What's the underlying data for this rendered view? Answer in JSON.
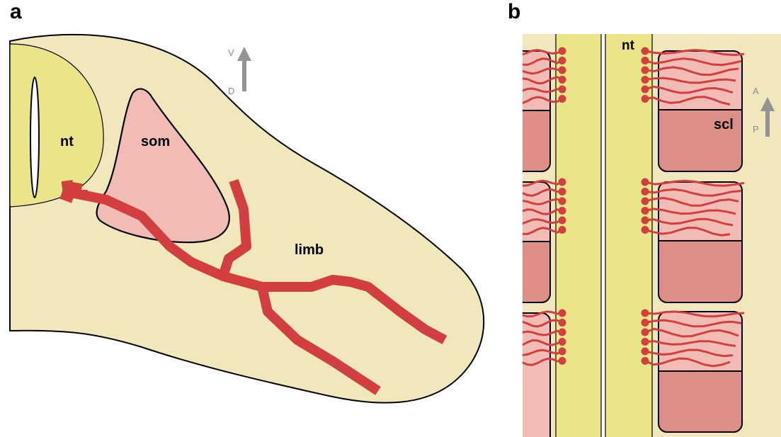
{
  "panel_a": {
    "label": "a",
    "neural_tube_label": "nt",
    "somite_label": "som",
    "limb_label": "limb",
    "axis_top": "V",
    "axis_bottom": "D"
  },
  "panel_b": {
    "label": "b",
    "neural_tube_label": "nt",
    "sclerotome_label": "scl",
    "axis_top": "A",
    "axis_bottom": "P"
  },
  "colors": {
    "tissue_background": "#f0e7bd",
    "neural_tube": "#ebe589",
    "somite_light": "#f0bcb5",
    "somite_dark": "#dd8e86",
    "axon": "#d33f3f",
    "arrow": "#939393"
  }
}
